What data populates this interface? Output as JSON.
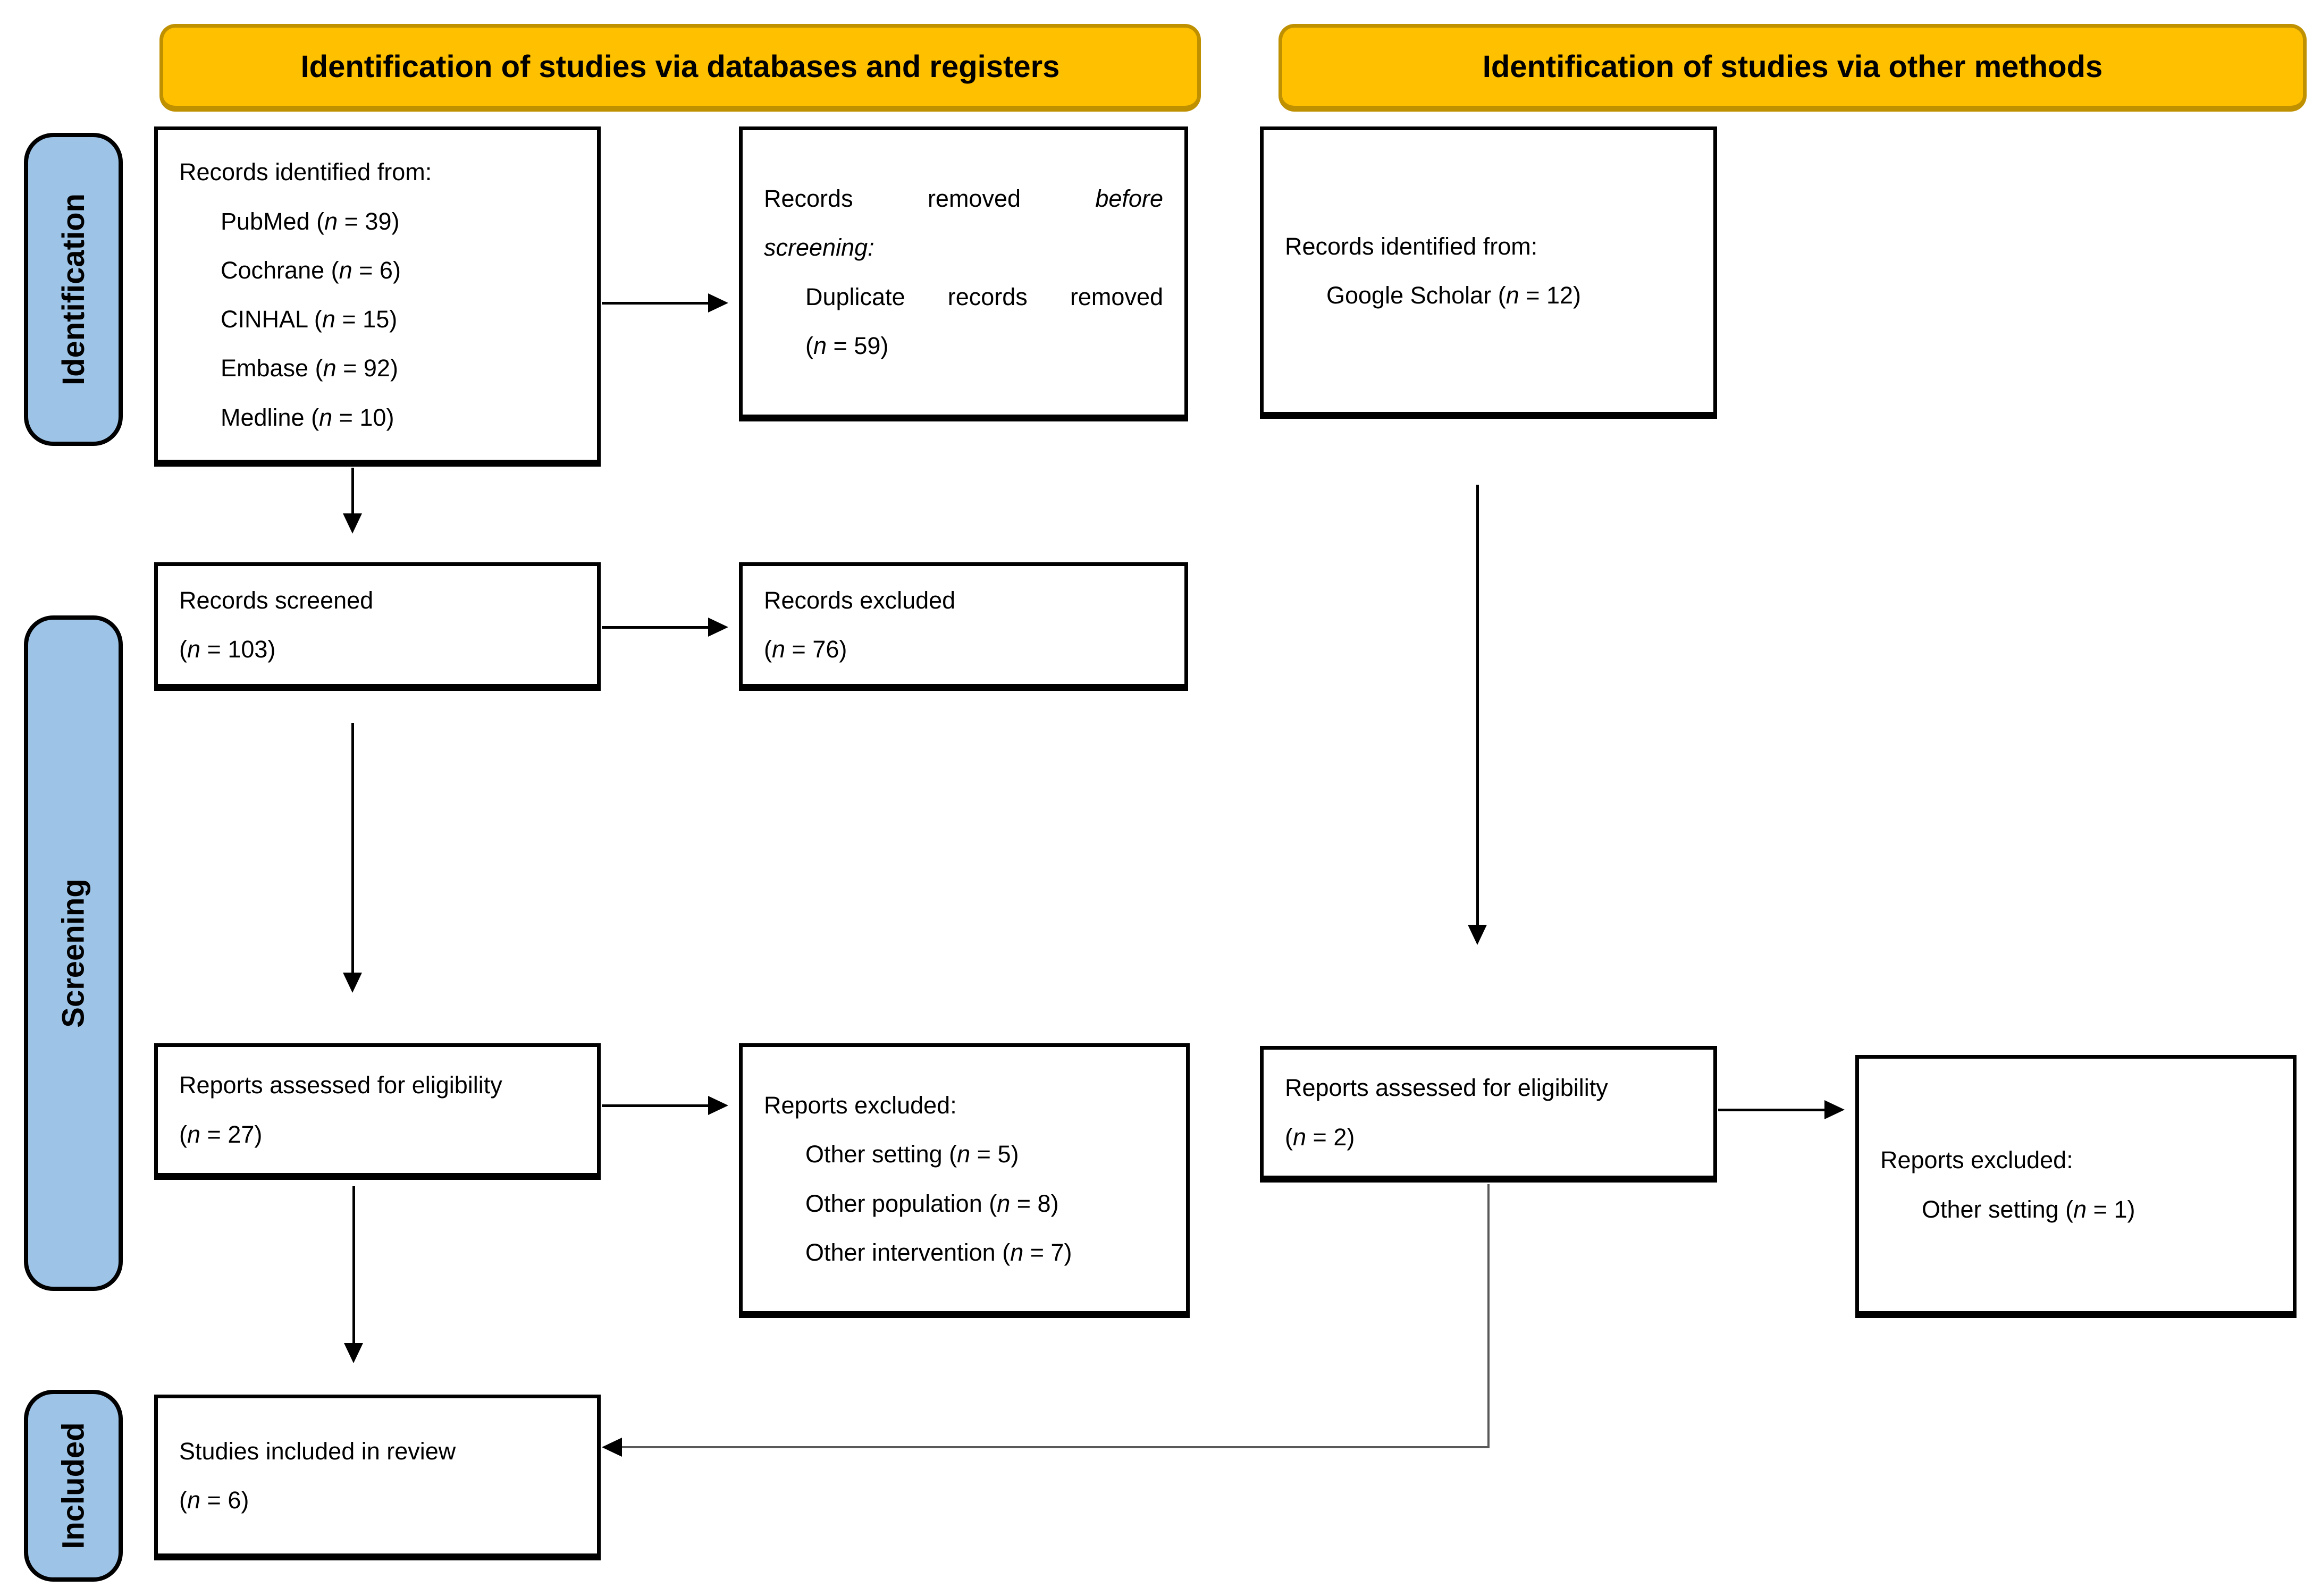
{
  "headers": {
    "databases": "Identification of studies via databases and registers",
    "other_methods": "Identification of studies via other methods"
  },
  "stages": {
    "identification": "Identification",
    "screening": "Screening",
    "included": "Included"
  },
  "colors": {
    "header_fill": "#FFC000",
    "header_border": "#BF9000",
    "stage_fill": "#9DC3E6",
    "stage_border": "#000000",
    "box_border": "#000000",
    "connector": "#595959"
  },
  "boxes": {
    "records_identified_db": {
      "title": "Records identified from:",
      "sources": [
        {
          "pre": "PubMed (",
          "n": "n",
          "post": " = 39)"
        },
        {
          "pre": "Cochrane (",
          "n": "n",
          "post": " = 6)"
        },
        {
          "pre": "CINHAL (",
          "n": "n",
          "post": " = 15)"
        },
        {
          "pre": "Embase (",
          "n": "n",
          "post": " = 92)"
        },
        {
          "pre": "Medline (",
          "n": "n",
          "post": " = 10)"
        }
      ]
    },
    "records_removed": {
      "justified1": {
        "w1": "Records",
        "w2": "removed",
        "w3": "before"
      },
      "line2": "screening:",
      "justified2": {
        "w1": "Duplicate",
        "w2": "records",
        "w3": "removed"
      },
      "count": {
        "pre": "(",
        "n": "n",
        "post": " = 59)"
      }
    },
    "records_identified_other": {
      "title": "Records identified from:",
      "source": {
        "pre": "Google Scholar (",
        "n": "n",
        "post": " = 12)"
      }
    },
    "records_screened": {
      "title": "Records screened",
      "count": {
        "pre": "(",
        "n": "n",
        "post": " = 103)"
      }
    },
    "records_excluded": {
      "title": "Records excluded",
      "count": {
        "pre": "(",
        "n": "n",
        "post": " = 76)"
      }
    },
    "reports_assessed_db": {
      "title": "Reports assessed for eligibility",
      "count": {
        "pre": "(",
        "n": "n",
        "post": " = 27)"
      }
    },
    "reports_excluded_db": {
      "title": "Reports excluded:",
      "reasons": [
        {
          "pre": "Other setting (",
          "n": "n",
          "post": " = 5)"
        },
        {
          "pre": "Other population (",
          "n": "n",
          "post": " = 8)"
        },
        {
          "pre": "Other intervention (",
          "n": "n",
          "post": " = 7)"
        }
      ]
    },
    "reports_assessed_other": {
      "title": "Reports assessed for eligibility",
      "count": {
        "pre": "(",
        "n": "n",
        "post": " = 2)"
      }
    },
    "reports_excluded_other": {
      "title": "Reports excluded:",
      "reasons": [
        {
          "pre": "Other setting (",
          "n": "n",
          "post": " = 1)"
        }
      ]
    },
    "studies_included": {
      "title": "Studies included in review",
      "count": {
        "pre": "(",
        "n": "n",
        "post": " = 6)"
      }
    }
  }
}
